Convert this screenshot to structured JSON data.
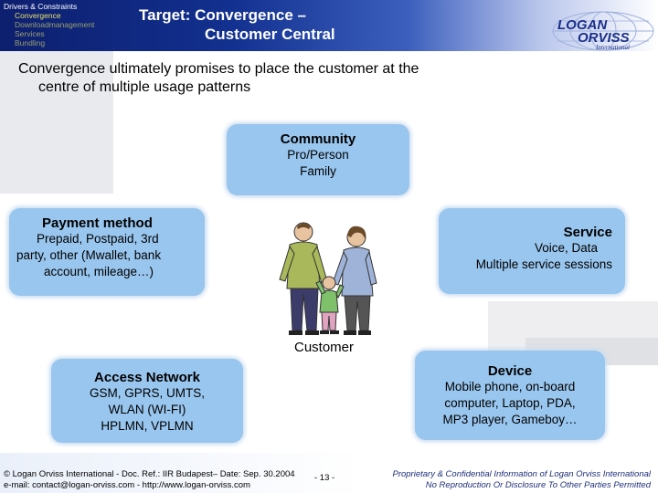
{
  "nav": {
    "title": "Drivers & Constraints",
    "items": [
      "Convergence",
      "Downloadmanagement",
      "Services",
      "Bundling"
    ]
  },
  "title": {
    "line1": "Target: Convergence –",
    "line2": "Customer Central"
  },
  "logo": {
    "line1": "LOGAN",
    "line2": "ORVISS",
    "line3": "International"
  },
  "subtitle": {
    "line1": "Convergence ultimately promises to place the customer at the",
    "line2": "centre of multiple usage patterns"
  },
  "boxes": {
    "community": {
      "title": "Community",
      "lines": [
        "Pro/Person",
        "Family"
      ]
    },
    "payment": {
      "title": "Payment method",
      "lines": [
        "Prepaid, Postpaid, 3rd",
        "party, other (Mwallet, bank",
        "account, mileage…)"
      ]
    },
    "service": {
      "title": "Service",
      "lines": [
        "Voice, Data",
        "Multiple service sessions"
      ]
    },
    "access": {
      "title": "Access Network",
      "lines": [
        "GSM, GPRS, UMTS,",
        "WLAN (WI-FI)",
        "HPLMN, VPLMN"
      ]
    },
    "device": {
      "title": "Device",
      "lines": [
        "Mobile phone, on-board",
        "computer, Laptop, PDA,",
        "MP3 player, Gameboy…"
      ]
    }
  },
  "customer": {
    "label": "Customer"
  },
  "footer": {
    "left_line1": "© Logan Orviss International - Doc. Ref.: IIR Budapest– Date: Sep. 30.2004",
    "left_line2": "e-mail: contact@logan-orviss.com - http://www.logan-orviss.com",
    "page": "- 13 -",
    "right_line1": "Proprietary & Confidential Information of Logan Orviss International",
    "right_line2": "No Reproduction Or Disclosure To Other Parties Permitted"
  },
  "colors": {
    "header_dark": "#0d1f6e",
    "box_fill": "#99c6ee",
    "nav_highlight": "#e6e06a",
    "footer_text": "#1f2f7a"
  }
}
